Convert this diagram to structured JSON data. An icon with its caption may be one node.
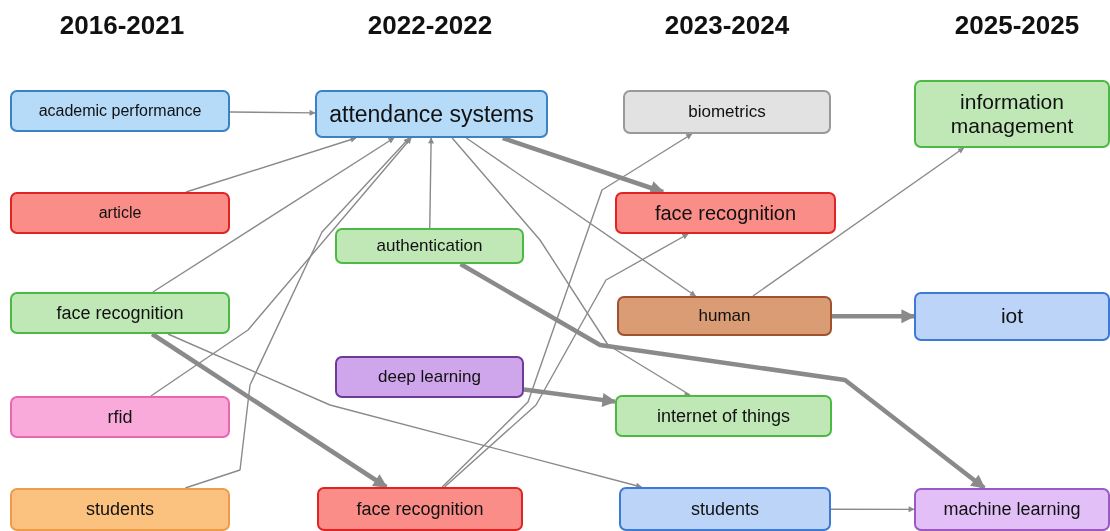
{
  "diagram": {
    "nodes": [
      {
        "text": [
          "academic performance"
        ]
      },
      {
        "text": [
          "article"
        ]
      },
      {
        "text": [
          "face recognition"
        ]
      },
      {
        "text": [
          "rfid"
        ]
      },
      {
        "text": [
          "students"
        ]
      },
      {
        "text": [
          "attendance systems"
        ]
      },
      {
        "text": [
          "authentication"
        ]
      },
      {
        "text": [
          "deep learning"
        ]
      },
      {
        "text": [
          "face recognition"
        ]
      },
      {
        "text": [
          "biometrics"
        ]
      },
      {
        "text": [
          "face recognition"
        ]
      },
      {
        "text": [
          "human"
        ]
      },
      {
        "text": [
          "internet of things"
        ]
      },
      {
        "text": [
          "students"
        ]
      },
      {
        "text": [
          "information management"
        ]
      },
      {
        "text": [
          "iot"
        ]
      },
      {
        "text": [
          "machine learning"
        ]
      }
    ],
    "edges": [
      {
        "from": 0,
        "to": 5,
        "arrow": "to"
      },
      {
        "from": 1,
        "to": 5,
        "arrow": "to"
      },
      {
        "from": 2,
        "to": 5,
        "arrow": "to"
      },
      {
        "from": 3,
        "to": 5,
        "arrow": "to"
      },
      {
        "from": 4,
        "to": 5,
        "arrow": "to"
      },
      {
        "from": 6,
        "to": 5,
        "arrow": "to"
      },
      {
        "from": 5,
        "to": 10,
        "arrow": "to",
        "style": "thick"
      },
      {
        "from": 5,
        "to": 11,
        "arrow": "to"
      },
      {
        "from": 5,
        "to": 12,
        "arrow": "to"
      },
      {
        "from": 2,
        "to": 8,
        "arrow": "to",
        "style": "thick"
      },
      {
        "from": 2,
        "to": 13,
        "arrow": "to"
      },
      {
        "from": 6,
        "to": 16,
        "arrow": "to",
        "style": "thick"
      },
      {
        "from": 7,
        "to": 12,
        "arrow": "to",
        "style": "thick"
      },
      {
        "from": 8,
        "to": 9,
        "arrow": "to"
      },
      {
        "from": 8,
        "to": 10,
        "arrow": "to"
      },
      {
        "from": 11,
        "to": 14,
        "arrow": "to"
      },
      {
        "from": 11,
        "to": 15,
        "arrow": "to",
        "style": "thick"
      },
      {
        "from": 13,
        "to": 16,
        "arrow": "to"
      }
    ],
    "labels": [
      "2016-2021",
      "2022-2022",
      "2023-2024",
      "2025-2025"
    ]
  }
}
